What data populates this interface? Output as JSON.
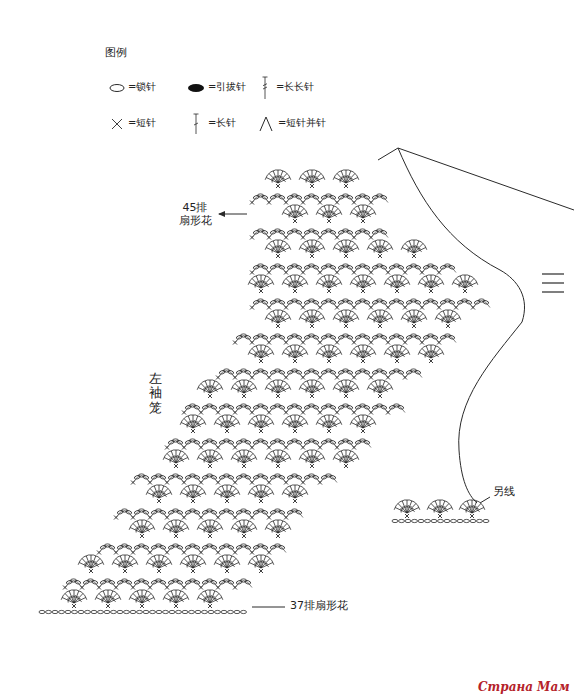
{
  "diagram": {
    "labels": [
      "图例",
      "45排 扇形花",
      "左袖笼",
      "37排扇形花",
      "另线",
      "Страна Мам"
    ],
    "legend": [
      {
        "text": "=锁针"
      },
      {
        "text": "=引拔针"
      },
      {
        "text": "=长长针"
      },
      {
        "text": "=短针"
      },
      {
        "text": "=长针"
      },
      {
        "text": "=短针并针"
      }
    ]
  }
}
